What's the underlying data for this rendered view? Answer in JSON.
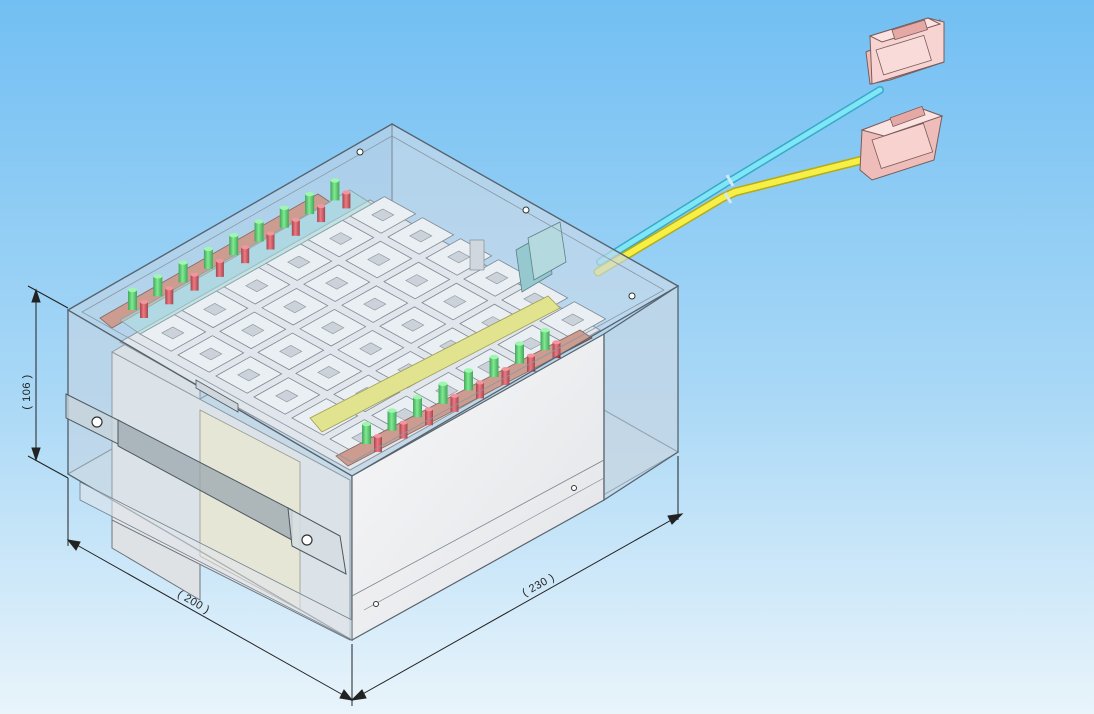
{
  "dimensions": {
    "height_label": "( 106 )",
    "depth_label": "( 200 )",
    "width_label": "( 230 )"
  },
  "colors": {
    "background_top": "#74c1f4",
    "background_bottom": "#eaf5fb",
    "housing_glass": "#c9d9e6",
    "side_panel": "#f2f2f3",
    "cable_cyan": "#63d8f0",
    "cable_yellow": "#f4ec37",
    "connector": "#f3c7c3",
    "terminal_green": "#22d23d",
    "terminal_red": "#e2232a",
    "busbar_yellow": "#e9e56a",
    "busbar_copper": "#c9836b"
  },
  "parts": [
    {
      "name": "transparent-housing",
      "icon": "enclosure-icon"
    },
    {
      "name": "battery-cell-array",
      "icon": "cell-grid-icon"
    },
    {
      "name": "terminal-rows",
      "icon": "terminal-icon"
    },
    {
      "name": "cable-cyan",
      "icon": "cable-icon"
    },
    {
      "name": "cable-yellow",
      "icon": "cable-icon"
    },
    {
      "name": "connector-plugs",
      "icon": "connector-icon"
    },
    {
      "name": "mounting-bracket",
      "icon": "bracket-icon"
    }
  ]
}
